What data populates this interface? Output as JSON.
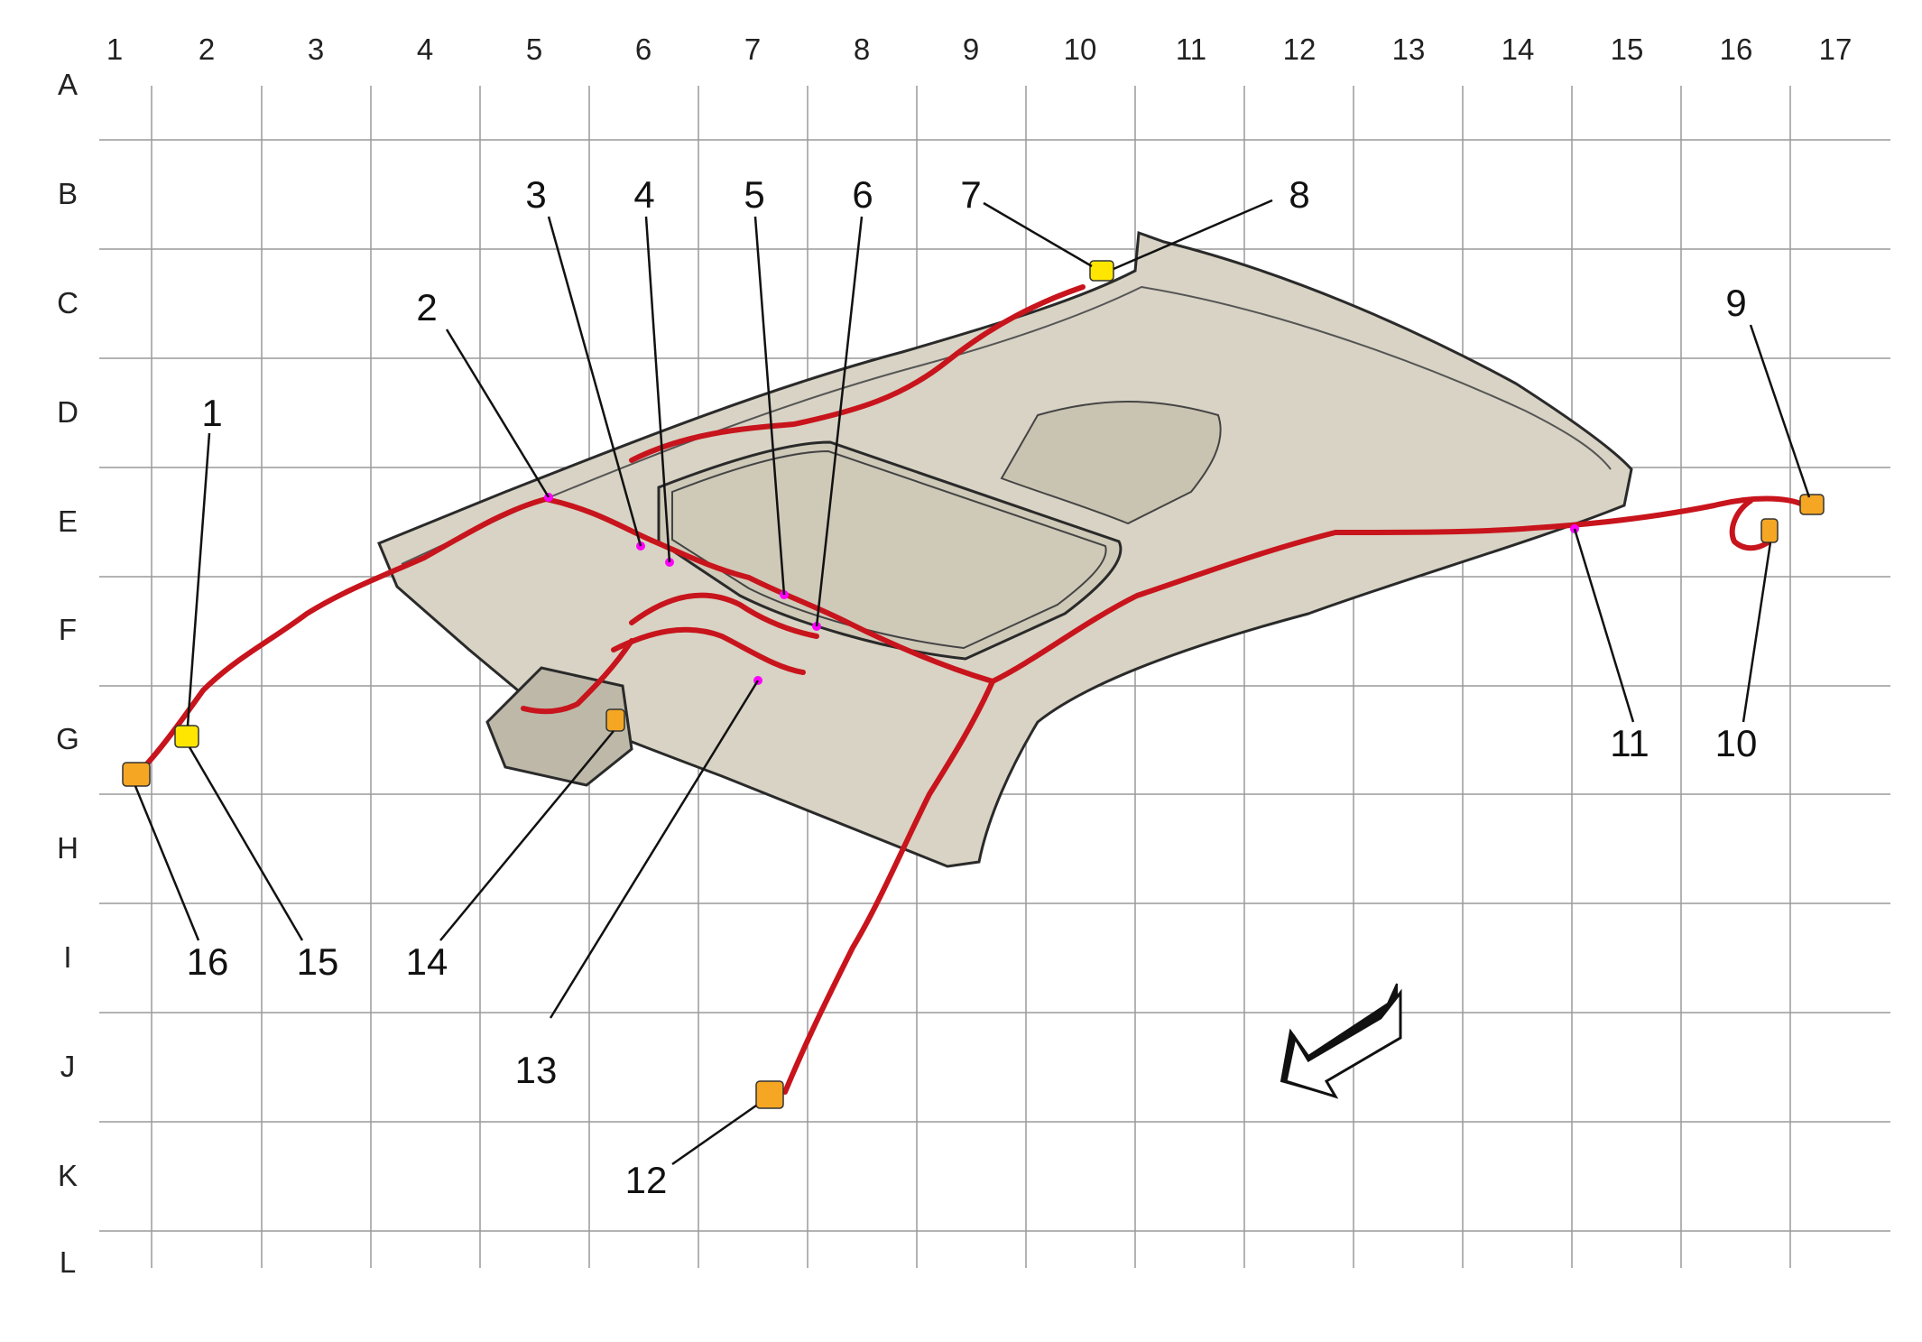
{
  "grid": {
    "columns": [
      "1",
      "2",
      "3",
      "4",
      "5",
      "6",
      "7",
      "8",
      "9",
      "10",
      "11",
      "12",
      "13",
      "14",
      "15",
      "16",
      "17"
    ],
    "rows": [
      "A",
      "B",
      "C",
      "D",
      "E",
      "F",
      "G",
      "H",
      "I",
      "J",
      "K",
      "L"
    ]
  },
  "callouts": [
    "1",
    "2",
    "3",
    "4",
    "5",
    "6",
    "7",
    "8",
    "9",
    "10",
    "11",
    "12",
    "13",
    "14",
    "15",
    "16"
  ],
  "colors": {
    "grid_line": "#9a9a9a",
    "headliner_fill": "#d8d3c4",
    "headliner_outline": "#2a2a2a",
    "harness": "#c8141c",
    "connector_orange": "#f5a623",
    "connector_yellow": "#ffe600",
    "splice_magenta": "#ff00ff",
    "arrow_fill": "#ffffff"
  },
  "icons": {
    "orientation_arrow": "front-direction-arrow-icon"
  }
}
